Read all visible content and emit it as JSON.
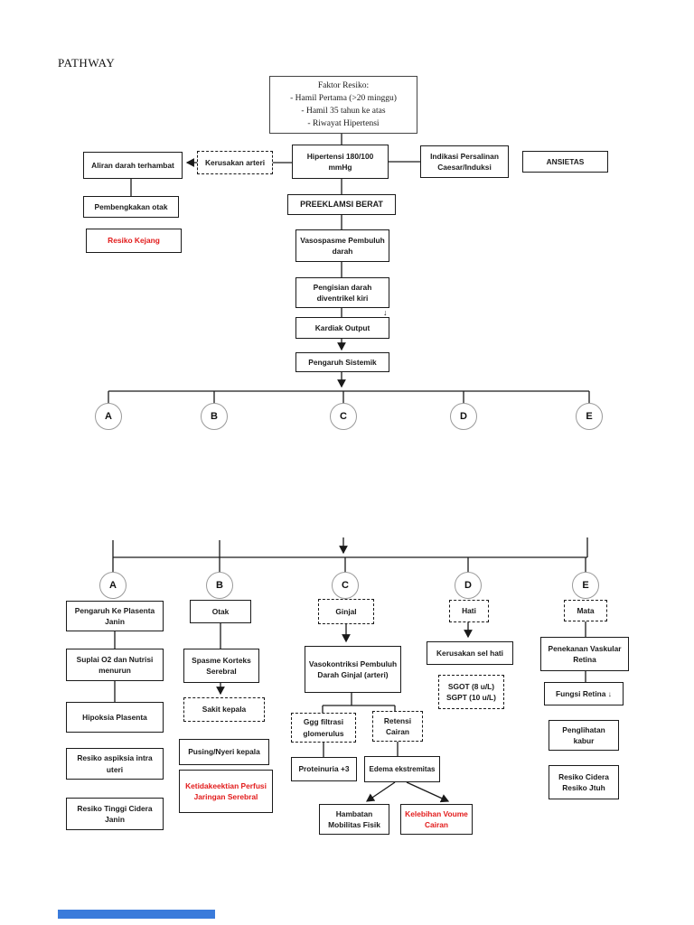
{
  "page": {
    "title": "PATHWAY"
  },
  "colors": {
    "red_text": "#e21b1b",
    "line": "#1a1a1a",
    "loading_bar": "#3a7bdb"
  },
  "circles": [
    "A",
    "B",
    "C",
    "D",
    "E"
  ],
  "top": {
    "faktor": {
      "title": "Faktor Resiko:",
      "items": [
        "- Hamil Pertama (>20 minggu)",
        "- Hamil 35 tahun ke atas",
        "- Riwayat Hipertensi"
      ]
    },
    "hipertensi": "Hipertensi 180/100 mmHg",
    "kerusakan_arteri": "Kerusakan arteri",
    "aliran": "Aliran darah terhambat",
    "indikasi": "Indikasi Persalinan Caesar/Induksi",
    "ansietas": "ANSIETAS",
    "pembengkakan": "Pembengkakan otak",
    "resiko_kejang": "Resiko Kejang",
    "preeklamsi": "PREEKLAMSI BERAT",
    "vasospasme": "Vasospasme Pembuluh darah",
    "pengisian": "Pengisian darah diventrikel kiri",
    "kardiak": "Kardiak Output",
    "kardiak_arrow": "↓",
    "pengaruh_sistemik": "Pengaruh Sistemik"
  },
  "branches": {
    "a": {
      "boxes": [
        "Pengaruh Ke Plasenta Janin",
        "Suplai O2 dan Nutrisi menurun",
        "Hipoksia Plasenta",
        "Resiko aspiksia intra uteri",
        "Resiko Tinggi Cidera Janin"
      ]
    },
    "b": {
      "boxes": [
        "Otak",
        "Spasme Korteks Serebral",
        "Sakit kepala",
        "Pusing/Nyeri kepala",
        "Ketidakeektian Perfusi Jaringan Serebral"
      ]
    },
    "c": {
      "boxes": [
        "Ginjal",
        "Vasokontriksi Pembuluh Darah Ginjal (arteri)",
        "Ggg filtrasi glomerulus",
        "Retensi Cairan",
        "Proteinuria +3",
        "Edema ekstremitas",
        "Hambatan Mobilitas Fisik",
        "Kelebihan Voume Cairan"
      ]
    },
    "d": {
      "boxes": [
        "Hati",
        "Kerusakan sel hati",
        "SGOT (8 u/L)",
        "SGPT (10 u/L)"
      ]
    },
    "e": {
      "boxes": [
        "Mata",
        "Penekanan Vaskular Retina",
        "Fungsi Retina ↓",
        "Penglihatan kabur",
        "Resiko Cidera",
        "Resiko Jtuh"
      ]
    }
  }
}
